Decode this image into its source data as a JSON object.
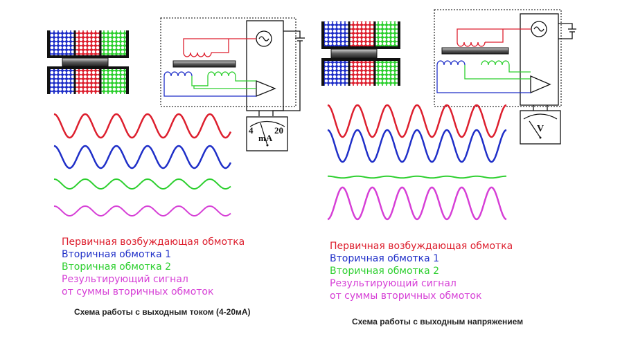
{
  "colors": {
    "primary": "#dd1f2e",
    "secondary1": "#1f2fc8",
    "secondary2": "#2ccf2e",
    "result": "#d63fd6"
  },
  "left": {
    "legend": [
      "Первичная возбуждающая обмотка",
      "Вторичная обмотка 1",
      "Вторичная обмотка 2",
      "Результирующий сигнал",
      "от суммы вторичных обмоток"
    ],
    "caption": "Схема работы с выходным током (4-20мА)",
    "meter": {
      "min_label": "4",
      "max_label": "20",
      "unit": "mA"
    }
  },
  "right": {
    "legend": [
      "Первичная возбуждающая обмотка",
      "Вторичная обмотка 1",
      "Вторичная обмотка 2",
      "Результирующий сигнал",
      "от суммы вторичных обмоток"
    ],
    "caption": "Схема работы с выходным напряжением",
    "meter": {
      "unit": "V"
    }
  }
}
